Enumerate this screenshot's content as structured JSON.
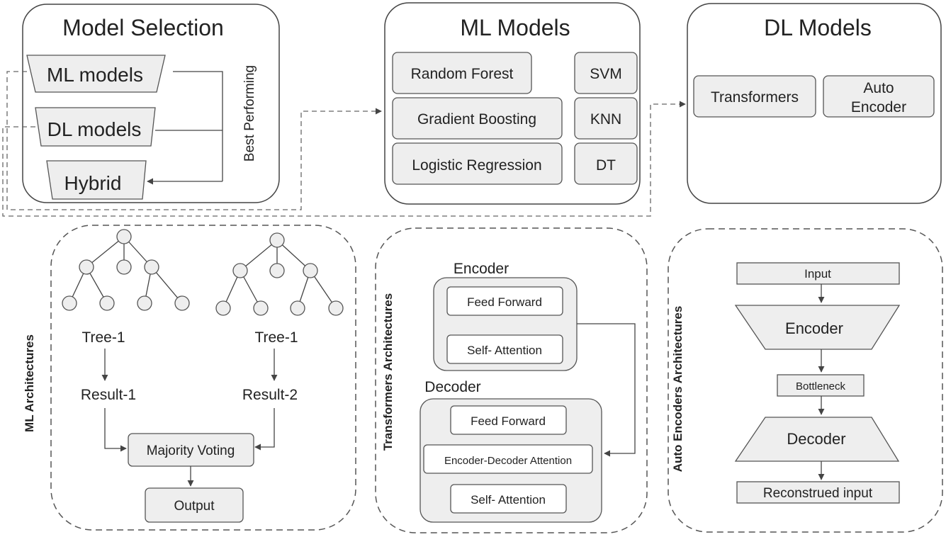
{
  "model_selection": {
    "title": "Model Selection",
    "ml_models": "ML models",
    "dl_models": "DL models",
    "hybrid": "Hybrid",
    "best_performing": "Best Performing"
  },
  "ml_models_panel": {
    "title": "ML Models",
    "random_forest": "Random Forest",
    "gradient_boosting": "Gradient Boosting",
    "logistic_regression": "Logistic Regression",
    "svm": "SVM",
    "knn": "KNN",
    "dt": "DT"
  },
  "dl_models_panel": {
    "title": "DL Models",
    "transformers": "Transformers",
    "auto_encoder_line1": "Auto",
    "auto_encoder_line2": "Encoder"
  },
  "ml_architectures": {
    "side_label": "ML Architectures",
    "tree_left": "Tree-1",
    "tree_right": "Tree-1",
    "result_left": "Result-1",
    "result_right": "Result-2",
    "majority_voting": "Majority Voting",
    "output": "Output"
  },
  "transformers_architectures": {
    "side_label": "Transformers Architectures",
    "encoder": "Encoder",
    "encoder_feed_forward": "Feed Forward",
    "encoder_self_attention": "Self- Attention",
    "decoder": "Decoder",
    "decoder_feed_forward": "Feed Forward",
    "encoder_decoder_attention": "Encoder-Decoder Attention",
    "decoder_self_attention": "Self- Attention"
  },
  "autoencoder_architectures": {
    "side_label": "Auto Encoders Architectures",
    "input": "Input",
    "encoder": "Encoder",
    "bottleneck": "Bottleneck",
    "decoder": "Decoder",
    "reconstructed": "Reconstrued input"
  }
}
